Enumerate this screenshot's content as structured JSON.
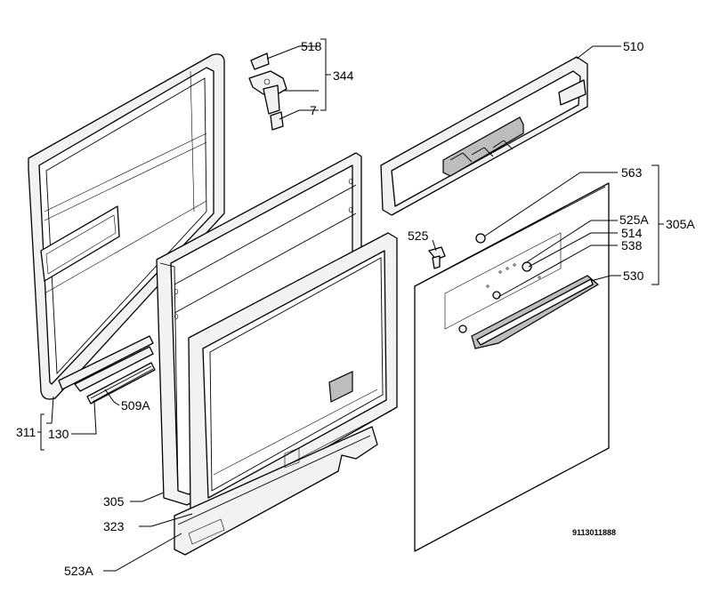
{
  "labels": {
    "p518": "518",
    "p344": "344",
    "p7": "7",
    "p510": "510",
    "p563": "563",
    "p525a": "525A",
    "p305a": "305A",
    "p525": "525",
    "p514": "514",
    "p538": "538",
    "p530": "530",
    "p311": "311",
    "p130": "130",
    "p509a": "509A",
    "p305": "305",
    "p323": "323",
    "p523a": "523A"
  },
  "drawing_number": "9113011888"
}
